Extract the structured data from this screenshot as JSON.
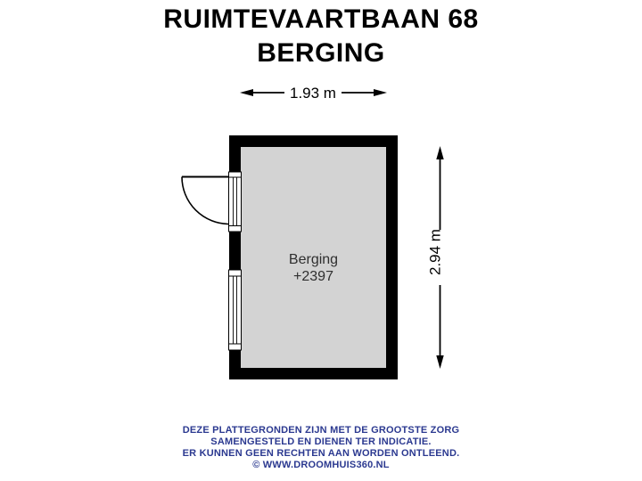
{
  "title": {
    "line1": "RUIMTEVAARTBAAN 68",
    "line2": "BERGING"
  },
  "floorplan": {
    "room": {
      "name": "Berging",
      "level_label": "+2397"
    },
    "dimensions": {
      "width_label": "1.93 m",
      "width_m": 1.93,
      "height_label": "2.94 m",
      "height_m": 2.94
    },
    "features": [
      "door-with-swing-left-wall-top",
      "window-left-wall-bottom"
    ],
    "colors": {
      "wall": "#000000",
      "floor": "#d3d3d3",
      "opening": "#ffffff",
      "dimension_label_box": "#ffffff",
      "room_text": "#2f2f2f"
    }
  },
  "footer": {
    "color": "#2b3990",
    "lines": [
      "DEZE PLATTEGRONDEN ZIJN MET DE GROOTSTE ZORG",
      "SAMENGESTELD EN DIENEN TER INDICATIE.",
      "ER KUNNEN GEEN RECHTEN AAN WORDEN ONTLEEND.",
      "© WWW.DROOMHUIS360.NL"
    ]
  }
}
